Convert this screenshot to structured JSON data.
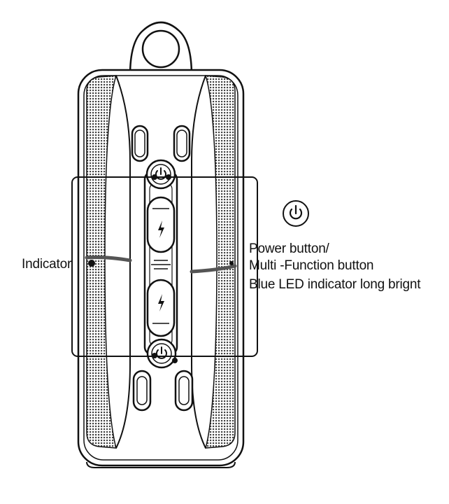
{
  "labels": {
    "indicator": "Indicator",
    "power_button": "Power button/",
    "multi_function": "Multi -Function button",
    "blue_led": "Blue LED indicator long brignt"
  },
  "icons": {
    "power_symbol": "power-icon",
    "charge_symbol": "lightning-icon",
    "strap_loop": "loop"
  },
  "colors": {
    "stroke": "#111111",
    "fill": "#ffffff",
    "grille": "#d9d9d9"
  }
}
